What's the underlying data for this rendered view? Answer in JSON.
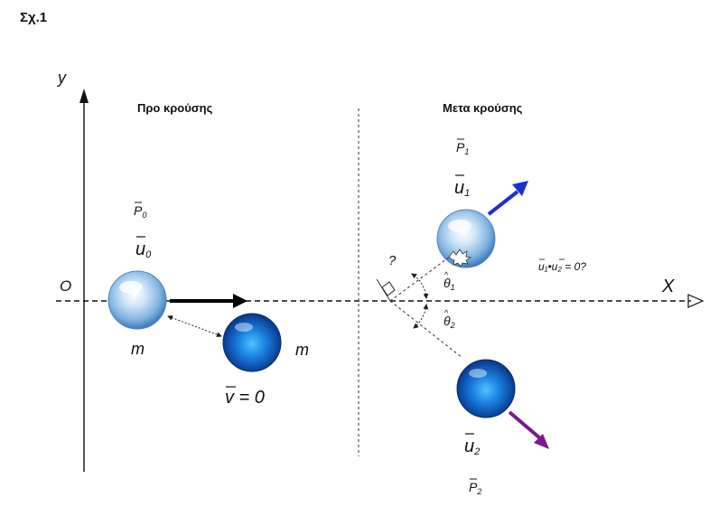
{
  "figure": {
    "caption": "Σχ.1",
    "axis_y": "y",
    "axis_x": "X",
    "origin": "O",
    "before_title": "Προ κρούσης",
    "after_title": "Μετα κρούσης",
    "momentum_0": "P",
    "momentum_0_sub": "0",
    "velocity_0": "u",
    "velocity_0_sub": "0",
    "mass_1": "m",
    "mass_2": "m",
    "velocity_target": "v = 0",
    "momentum_1": "P",
    "momentum_1_sub": "1",
    "velocity_1": "u",
    "velocity_1_sub": "1",
    "momentum_2": "P",
    "momentum_2_sub": "2",
    "velocity_2": "u",
    "velocity_2_sub": "2",
    "theta_1": "θ",
    "theta_1_sub": "1",
    "theta_2": "θ",
    "theta_2_sub": "2",
    "right_angle_question": "?",
    "dot_product": "u₁•u₂ = 0?"
  },
  "colors": {
    "arrow_u0": "#000000",
    "arrow_u1": "#1a2fd6",
    "arrow_u2": "#7a1a8c",
    "ball_light": "#9cc7ea",
    "ball_dark": "#1464c8"
  }
}
